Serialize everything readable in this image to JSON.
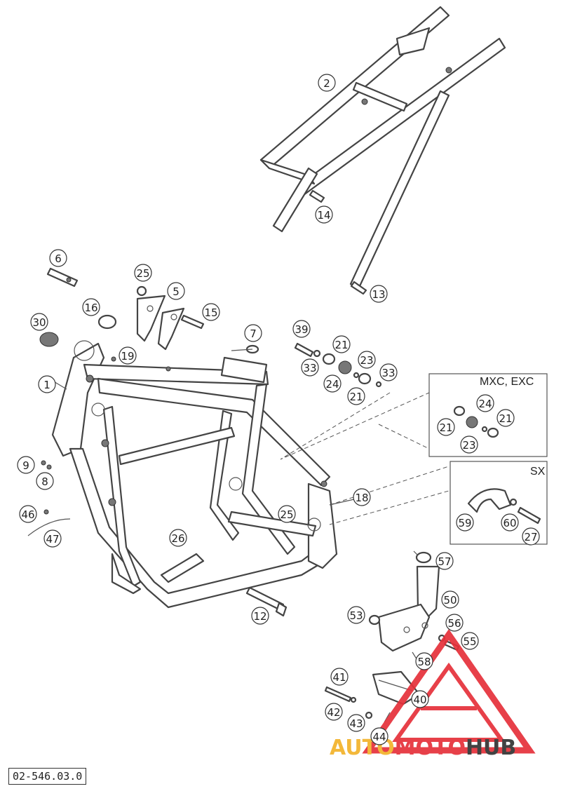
{
  "diagram": {
    "reference_code": "02-546.03.0",
    "variant_boxes": [
      {
        "title": "MXC, EXC",
        "callouts": [
          "24",
          "21",
          "21",
          "23"
        ]
      },
      {
        "title": "SX",
        "callouts": [
          "59",
          "60",
          "27"
        ]
      }
    ],
    "callouts": [
      "2",
      "14",
      "13",
      "6",
      "25",
      "5",
      "15",
      "16",
      "30",
      "19",
      "7",
      "39",
      "21",
      "33",
      "23",
      "24",
      "21",
      "33",
      "1",
      "9",
      "8",
      "18",
      "25",
      "46",
      "47",
      "26",
      "12",
      "57",
      "50",
      "53",
      "56",
      "55",
      "58",
      "41",
      "40",
      "42",
      "43",
      "44"
    ]
  },
  "watermark": {
    "brand_part1": "AUTO",
    "brand_part2": "MOTO",
    "brand_part3": "HUB",
    "colors": {
      "auto": "#f2b32a",
      "moto": "#e6303a",
      "hub": "#333333",
      "triangle": "#e6303a"
    }
  }
}
